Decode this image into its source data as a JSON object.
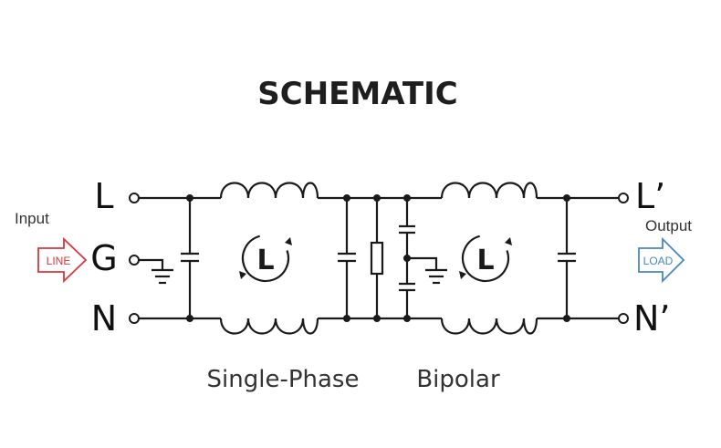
{
  "title": "SCHEMATIC",
  "terminals": {
    "input": [
      "L",
      "G",
      "N"
    ],
    "output": [
      "L’",
      "N’"
    ]
  },
  "labels": {
    "input": "Input",
    "output": "Output",
    "line_arrow": "LINE",
    "load_arrow": "LOAD"
  },
  "captions": {
    "stage1": "Single-Phase",
    "stage2": "Bipolar"
  },
  "inductor_symbol": "L",
  "colors": {
    "line_arrow": "#d9363e",
    "load_arrow": "#4a86c5",
    "wire": "#1a1a1a"
  }
}
